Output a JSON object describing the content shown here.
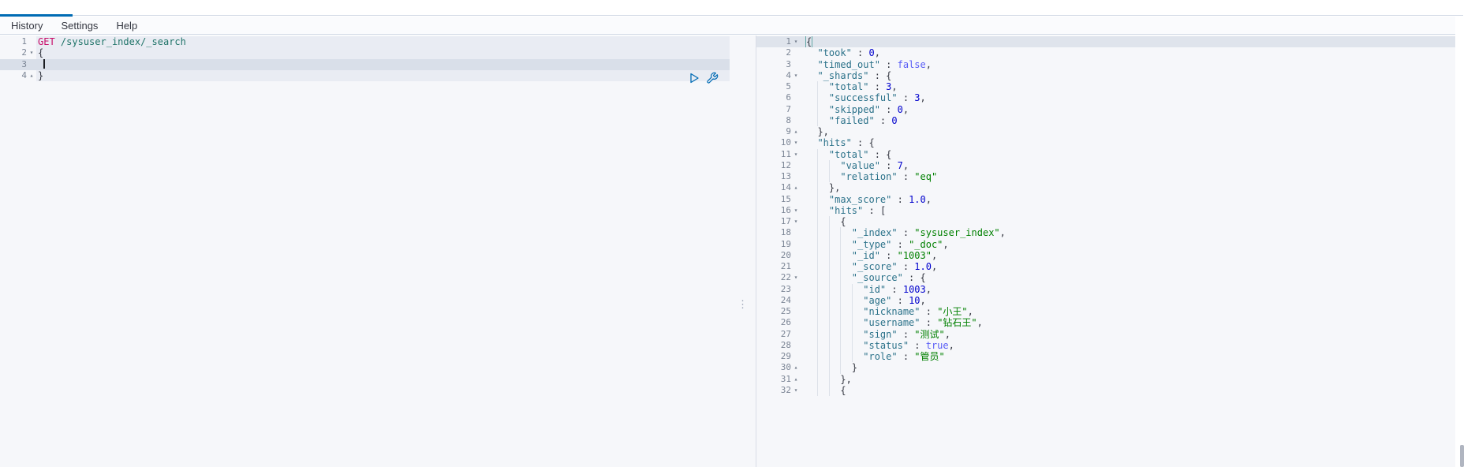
{
  "menu": {
    "items": [
      {
        "label": "History"
      },
      {
        "label": "Settings"
      },
      {
        "label": "Help"
      }
    ]
  },
  "colors": {
    "accent": "#006bb4",
    "method": "#c80a68",
    "url": "#1f7368",
    "key": "#2a7189",
    "string": "#008000",
    "number": "#0000cd",
    "boolean": "#585cf6",
    "punctuation": "#343741",
    "active_request_marker": "#e9ecf3",
    "active_line_left": "#d9dfe9",
    "active_line_right": "#dfe4ec"
  },
  "request_editor": {
    "active_line": 3,
    "actions": [
      {
        "icon": "play-icon",
        "name": "send-request-button"
      },
      {
        "icon": "wrench-icon",
        "name": "request-options-button"
      }
    ],
    "lines": [
      {
        "n": "1",
        "fold": "",
        "ind": 0,
        "marker": true,
        "tok": [
          [
            "m",
            "GET"
          ],
          [
            "p",
            " "
          ],
          [
            "u",
            "/sysuser_index/_search"
          ]
        ]
      },
      {
        "n": "2",
        "fold": "open",
        "ind": 0,
        "marker": true,
        "tok": [
          [
            "p",
            "{"
          ]
        ]
      },
      {
        "n": "3",
        "fold": "",
        "ind": 0,
        "marker": true,
        "cursor": true,
        "tok": []
      },
      {
        "n": "4",
        "fold": "close",
        "ind": 0,
        "marker": true,
        "tok": [
          [
            "p",
            "}"
          ]
        ]
      }
    ]
  },
  "response_editor": {
    "active_line": 1,
    "lines": [
      {
        "n": "1",
        "fold": "open",
        "ind": 0,
        "tok": [
          [
            "pbox",
            "{"
          ]
        ]
      },
      {
        "n": "2",
        "fold": "",
        "ind": 2,
        "tok": [
          [
            "k",
            "\"took\""
          ],
          [
            "p",
            " : "
          ],
          [
            "n",
            "0"
          ],
          [
            "p",
            ","
          ]
        ]
      },
      {
        "n": "3",
        "fold": "",
        "ind": 2,
        "tok": [
          [
            "k",
            "\"timed_out\""
          ],
          [
            "p",
            " : "
          ],
          [
            "b",
            "false"
          ],
          [
            "p",
            ","
          ]
        ]
      },
      {
        "n": "4",
        "fold": "open",
        "ind": 2,
        "tok": [
          [
            "k",
            "\"_shards\""
          ],
          [
            "p",
            " : {"
          ]
        ]
      },
      {
        "n": "5",
        "fold": "",
        "ind": 4,
        "tok": [
          [
            "k",
            "\"total\""
          ],
          [
            "p",
            " : "
          ],
          [
            "n",
            "3"
          ],
          [
            "p",
            ","
          ]
        ]
      },
      {
        "n": "6",
        "fold": "",
        "ind": 4,
        "tok": [
          [
            "k",
            "\"successful\""
          ],
          [
            "p",
            " : "
          ],
          [
            "n",
            "3"
          ],
          [
            "p",
            ","
          ]
        ]
      },
      {
        "n": "7",
        "fold": "",
        "ind": 4,
        "tok": [
          [
            "k",
            "\"skipped\""
          ],
          [
            "p",
            " : "
          ],
          [
            "n",
            "0"
          ],
          [
            "p",
            ","
          ]
        ]
      },
      {
        "n": "8",
        "fold": "",
        "ind": 4,
        "tok": [
          [
            "k",
            "\"failed\""
          ],
          [
            "p",
            " : "
          ],
          [
            "n",
            "0"
          ]
        ]
      },
      {
        "n": "9",
        "fold": "close",
        "ind": 2,
        "tok": [
          [
            "p",
            "},"
          ]
        ]
      },
      {
        "n": "10",
        "fold": "open",
        "ind": 2,
        "tok": [
          [
            "k",
            "\"hits\""
          ],
          [
            "p",
            " : {"
          ]
        ]
      },
      {
        "n": "11",
        "fold": "open",
        "ind": 4,
        "tok": [
          [
            "k",
            "\"total\""
          ],
          [
            "p",
            " : {"
          ]
        ]
      },
      {
        "n": "12",
        "fold": "",
        "ind": 6,
        "tok": [
          [
            "k",
            "\"value\""
          ],
          [
            "p",
            " : "
          ],
          [
            "n",
            "7"
          ],
          [
            "p",
            ","
          ]
        ]
      },
      {
        "n": "13",
        "fold": "",
        "ind": 6,
        "tok": [
          [
            "k",
            "\"relation\""
          ],
          [
            "p",
            " : "
          ],
          [
            "s",
            "\"eq\""
          ]
        ]
      },
      {
        "n": "14",
        "fold": "close",
        "ind": 4,
        "tok": [
          [
            "p",
            "},"
          ]
        ]
      },
      {
        "n": "15",
        "fold": "",
        "ind": 4,
        "tok": [
          [
            "k",
            "\"max_score\""
          ],
          [
            "p",
            " : "
          ],
          [
            "n",
            "1.0"
          ],
          [
            "p",
            ","
          ]
        ]
      },
      {
        "n": "16",
        "fold": "open",
        "ind": 4,
        "tok": [
          [
            "k",
            "\"hits\""
          ],
          [
            "p",
            " : ["
          ]
        ]
      },
      {
        "n": "17",
        "fold": "open",
        "ind": 6,
        "tok": [
          [
            "p",
            "{"
          ]
        ]
      },
      {
        "n": "18",
        "fold": "",
        "ind": 8,
        "tok": [
          [
            "k",
            "\"_index\""
          ],
          [
            "p",
            " : "
          ],
          [
            "s",
            "\"sysuser_index\""
          ],
          [
            "p",
            ","
          ]
        ]
      },
      {
        "n": "19",
        "fold": "",
        "ind": 8,
        "tok": [
          [
            "k",
            "\"_type\""
          ],
          [
            "p",
            " : "
          ],
          [
            "s",
            "\"_doc\""
          ],
          [
            "p",
            ","
          ]
        ]
      },
      {
        "n": "20",
        "fold": "",
        "ind": 8,
        "tok": [
          [
            "k",
            "\"_id\""
          ],
          [
            "p",
            " : "
          ],
          [
            "s",
            "\"1003\""
          ],
          [
            "p",
            ","
          ]
        ]
      },
      {
        "n": "21",
        "fold": "",
        "ind": 8,
        "tok": [
          [
            "k",
            "\"_score\""
          ],
          [
            "p",
            " : "
          ],
          [
            "n",
            "1.0"
          ],
          [
            "p",
            ","
          ]
        ]
      },
      {
        "n": "22",
        "fold": "open",
        "ind": 8,
        "tok": [
          [
            "k",
            "\"_source\""
          ],
          [
            "p",
            " : {"
          ]
        ]
      },
      {
        "n": "23",
        "fold": "",
        "ind": 10,
        "tok": [
          [
            "k",
            "\"id\""
          ],
          [
            "p",
            " : "
          ],
          [
            "n",
            "1003"
          ],
          [
            "p",
            ","
          ]
        ]
      },
      {
        "n": "24",
        "fold": "",
        "ind": 10,
        "tok": [
          [
            "k",
            "\"age\""
          ],
          [
            "p",
            " : "
          ],
          [
            "n",
            "10"
          ],
          [
            "p",
            ","
          ]
        ]
      },
      {
        "n": "25",
        "fold": "",
        "ind": 10,
        "tok": [
          [
            "k",
            "\"nickname\""
          ],
          [
            "p",
            " : "
          ],
          [
            "s",
            "\"小王\""
          ],
          [
            "p",
            ","
          ]
        ]
      },
      {
        "n": "26",
        "fold": "",
        "ind": 10,
        "tok": [
          [
            "k",
            "\"username\""
          ],
          [
            "p",
            " : "
          ],
          [
            "s",
            "\"钻石王\""
          ],
          [
            "p",
            ","
          ]
        ]
      },
      {
        "n": "27",
        "fold": "",
        "ind": 10,
        "tok": [
          [
            "k",
            "\"sign\""
          ],
          [
            "p",
            " : "
          ],
          [
            "s",
            "\"测试\""
          ],
          [
            "p",
            ","
          ]
        ]
      },
      {
        "n": "28",
        "fold": "",
        "ind": 10,
        "tok": [
          [
            "k",
            "\"status\""
          ],
          [
            "p",
            " : "
          ],
          [
            "b",
            "true"
          ],
          [
            "p",
            ","
          ]
        ]
      },
      {
        "n": "29",
        "fold": "",
        "ind": 10,
        "tok": [
          [
            "k",
            "\"role\""
          ],
          [
            "p",
            " : "
          ],
          [
            "s",
            "\"管员\""
          ]
        ]
      },
      {
        "n": "30",
        "fold": "close",
        "ind": 8,
        "tok": [
          [
            "p",
            "}"
          ]
        ]
      },
      {
        "n": "31",
        "fold": "close",
        "ind": 6,
        "tok": [
          [
            "p",
            "},"
          ]
        ]
      },
      {
        "n": "32",
        "fold": "open",
        "ind": 6,
        "tok": [
          [
            "p",
            "{"
          ]
        ]
      }
    ]
  }
}
